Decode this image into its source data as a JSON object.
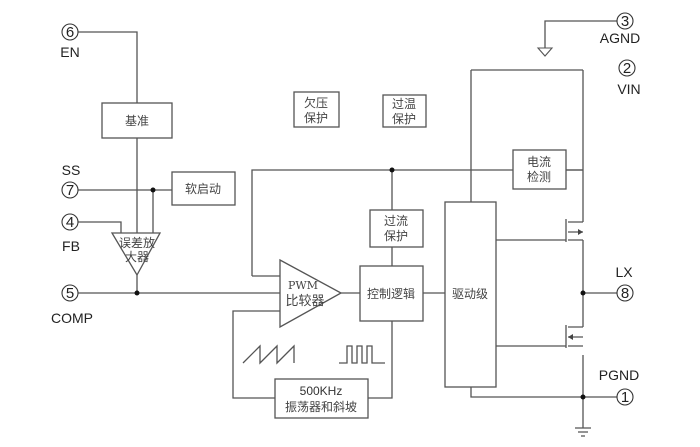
{
  "pins": {
    "en": {
      "number": "6",
      "label": "EN"
    },
    "agnd": {
      "number": "3",
      "label": "AGND"
    },
    "vin": {
      "number": "2",
      "label": "VIN"
    },
    "ss": {
      "number": "7",
      "label": "SS"
    },
    "fb": {
      "number": "4",
      "label": "FB"
    },
    "comp": {
      "number": "5",
      "label": "COMP"
    },
    "lx": {
      "number": "8",
      "label": "LX"
    },
    "pgnd": {
      "number": "1",
      "label": "PGND"
    }
  },
  "blocks": {
    "reference": "基准",
    "soft_start": "软启动",
    "error_amp": [
      "误差放",
      "大器"
    ],
    "uvlo": [
      "欠压",
      "保护"
    ],
    "otp": [
      "过温",
      "保护"
    ],
    "ocp": [
      "过流",
      "保护"
    ],
    "pwm_comp": [
      "PWM",
      "比较器"
    ],
    "control_logic": "控制逻辑",
    "driver": "驱动级",
    "current_sense": [
      "电流",
      "检测"
    ],
    "oscillator": [
      "500KHz",
      "振荡器和斜坡"
    ]
  }
}
